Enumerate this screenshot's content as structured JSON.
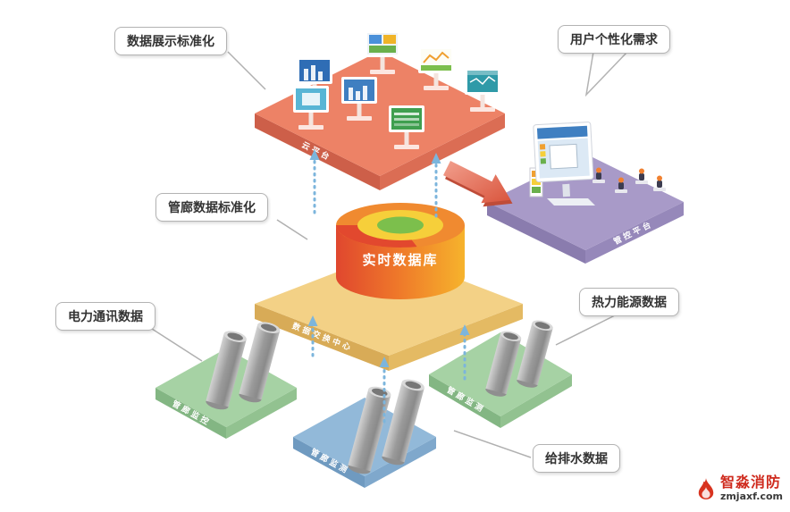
{
  "callouts": {
    "data_display_std": "数据展示标准化",
    "user_personalized": "用户个性化需求",
    "pipeline_data_std": "管廊数据标准化",
    "power_comm_data": "电力通讯数据",
    "thermal_energy_data": "热力能源数据",
    "water_drainage_data": "给排水数据"
  },
  "platforms": {
    "cloud": {
      "label": "云平台"
    },
    "control": {
      "label": "管控平台"
    },
    "data_exchange": {
      "label": "数据交换中心"
    },
    "power_gallery": {
      "label": "管廊监控"
    },
    "water_gallery": {
      "label": "管廊监测"
    },
    "thermal_gallery": {
      "label": "管廊监测"
    }
  },
  "database": {
    "label": "实时数据库"
  },
  "logo": {
    "brand": "智淼消防",
    "site": "zmjaxf.com"
  },
  "colors": {
    "cloud_platform": "#ed8266",
    "exchange_platform": "#f3d186",
    "control_platform": "#a89ac8",
    "green_platform": "#a6d2a4",
    "blue_platform": "#92b9d9",
    "dashed_arrow": "#7cb5dc"
  }
}
